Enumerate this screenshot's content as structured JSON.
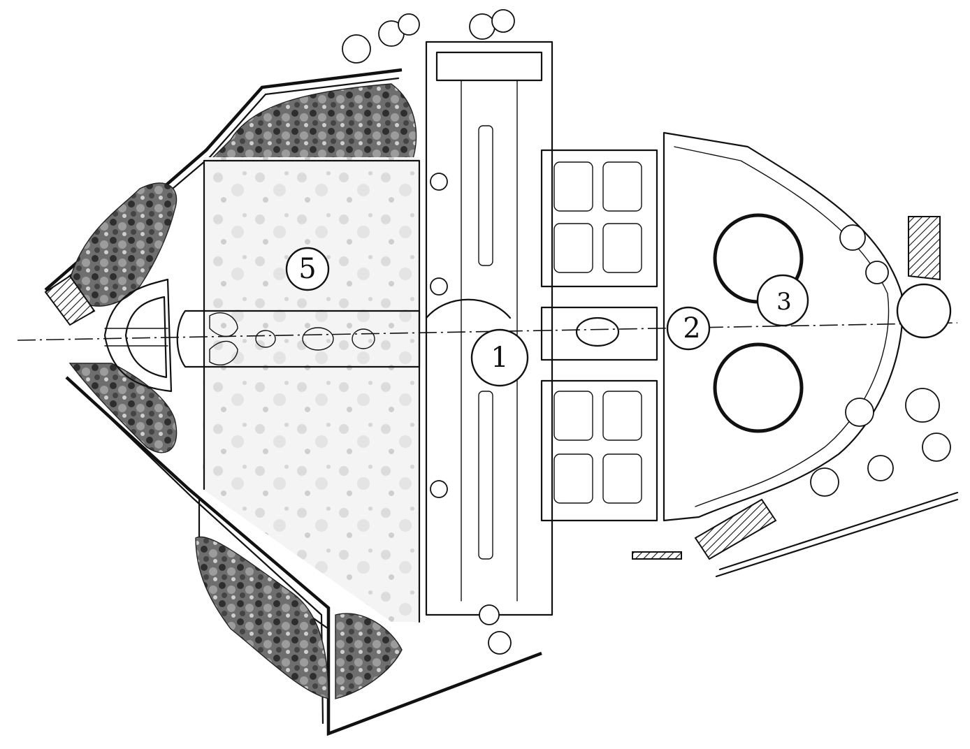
{
  "markers": [
    {
      "id": "marker-1",
      "label": "1"
    },
    {
      "id": "marker-2",
      "label": "2"
    },
    {
      "id": "marker-3",
      "label": "3"
    },
    {
      "id": "marker-5",
      "label": "5"
    }
  ],
  "colors": {
    "ink": "#111111",
    "paper": "#ffffff",
    "foliage_dark": "#3a3a3a",
    "foliage_light": "#9a9a9a"
  }
}
